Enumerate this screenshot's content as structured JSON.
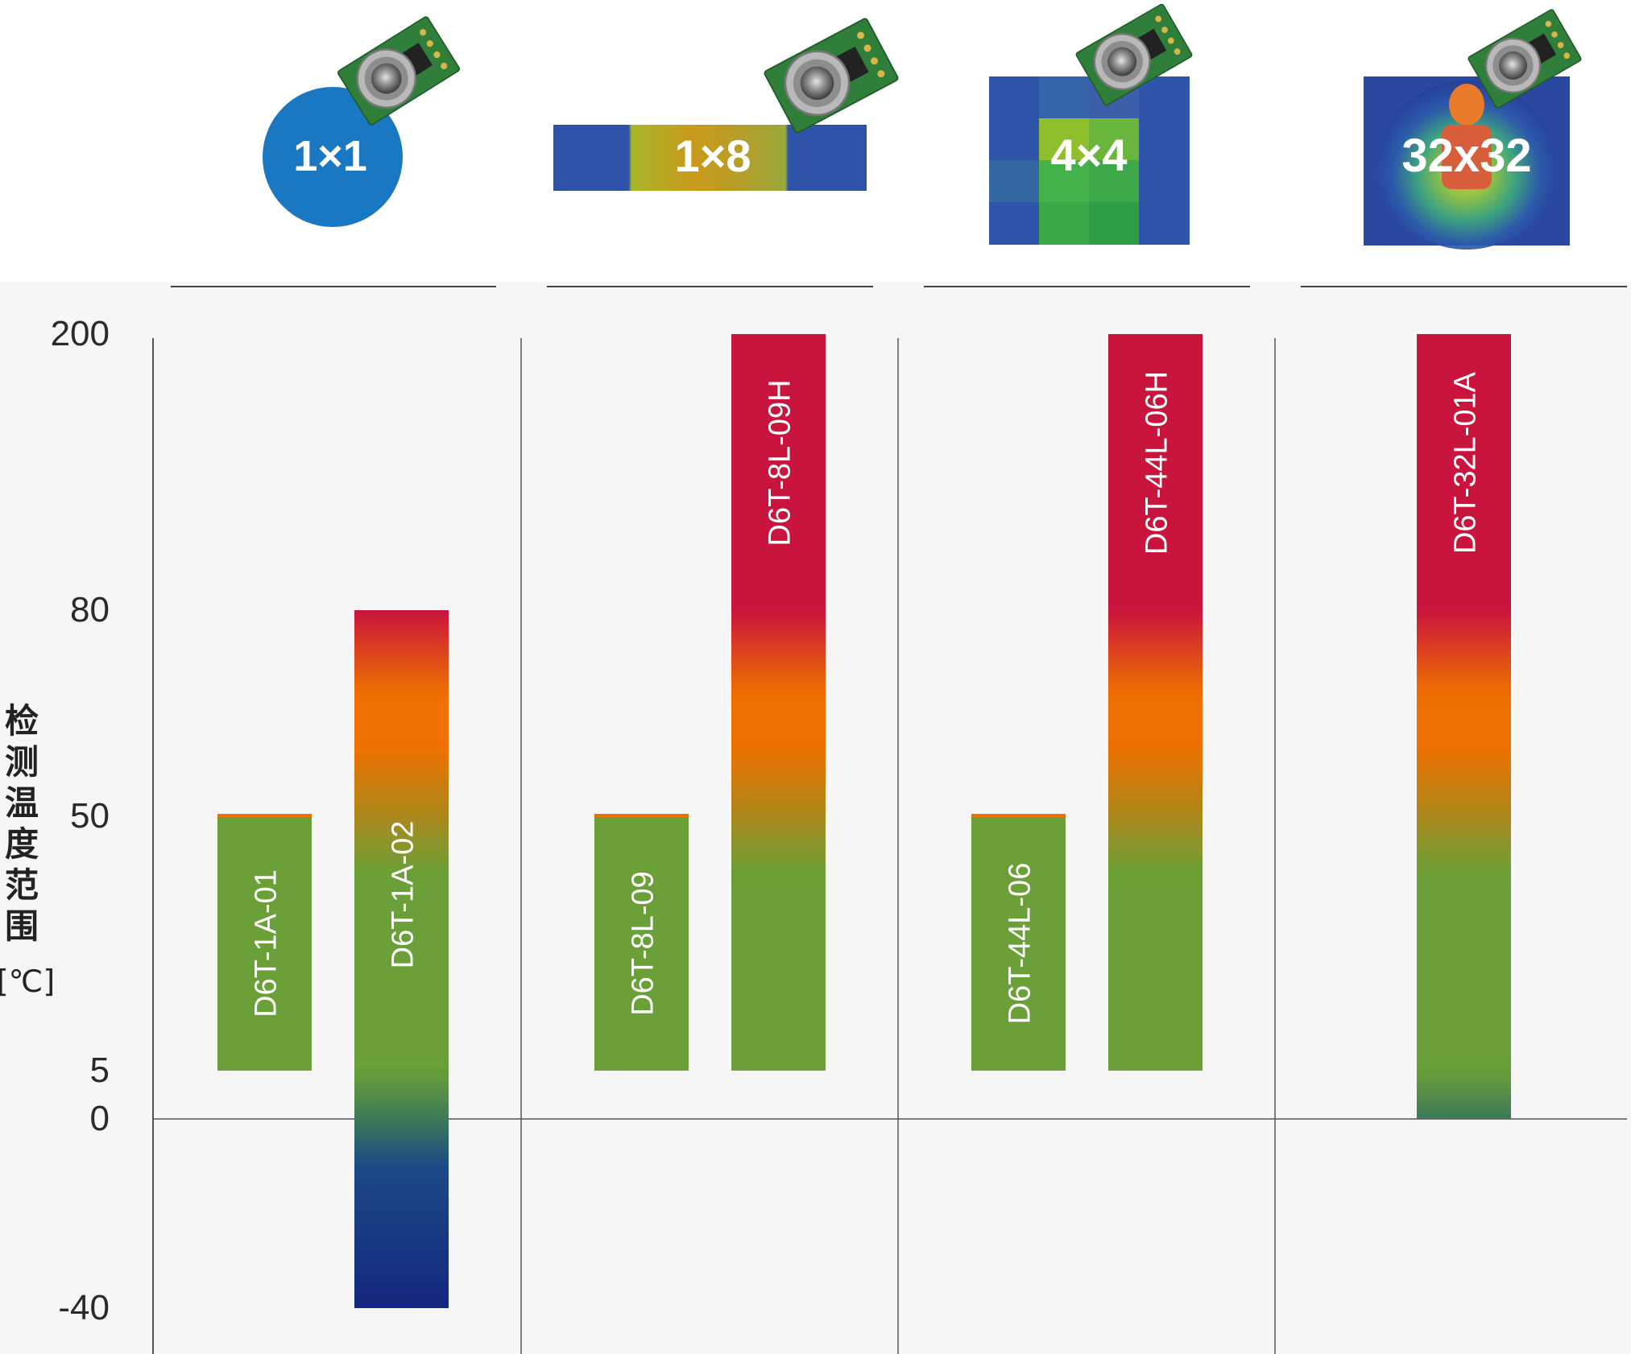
{
  "chart_data": {
    "type": "bar",
    "title": "",
    "ylabel": "检测温度范围",
    "yunit": "[℃]",
    "y_ticks": [
      -40,
      0,
      5,
      50,
      80,
      200
    ],
    "ylim": [
      -40,
      200
    ],
    "grid": "vertical group separators, horizontal line at 0",
    "groups": [
      {
        "resolution": "1×1",
        "badge": "circle",
        "series": [
          {
            "name": "D6T-1A-01",
            "min": 5,
            "max": 50,
            "style": "solid"
          },
          {
            "name": "D6T-1A-02",
            "min": -40,
            "max": 80,
            "style": "gradient"
          }
        ]
      },
      {
        "resolution": "1×8",
        "badge": "strip",
        "series": [
          {
            "name": "D6T-8L-09",
            "min": 5,
            "max": 50,
            "style": "solid"
          },
          {
            "name": "D6T-8L-09H",
            "min": 5,
            "max": 200,
            "style": "gradient"
          }
        ]
      },
      {
        "resolution": "4×4",
        "badge": "grid",
        "series": [
          {
            "name": "D6T-44L-06",
            "min": 5,
            "max": 50,
            "style": "solid"
          },
          {
            "name": "D6T-44L-06H",
            "min": 5,
            "max": 200,
            "style": "gradient"
          }
        ]
      },
      {
        "resolution": "32x32",
        "badge": "thermal",
        "series": [
          {
            "name": "D6T-32L-01A",
            "min": 0,
            "max": 200,
            "style": "gradient"
          }
        ]
      }
    ]
  },
  "colors": {
    "blue": "#1a78c2",
    "green": "#6aa037",
    "orange": "#ee7000",
    "red": "#c9143d",
    "navy": "#13277e",
    "axis": "#555555"
  }
}
